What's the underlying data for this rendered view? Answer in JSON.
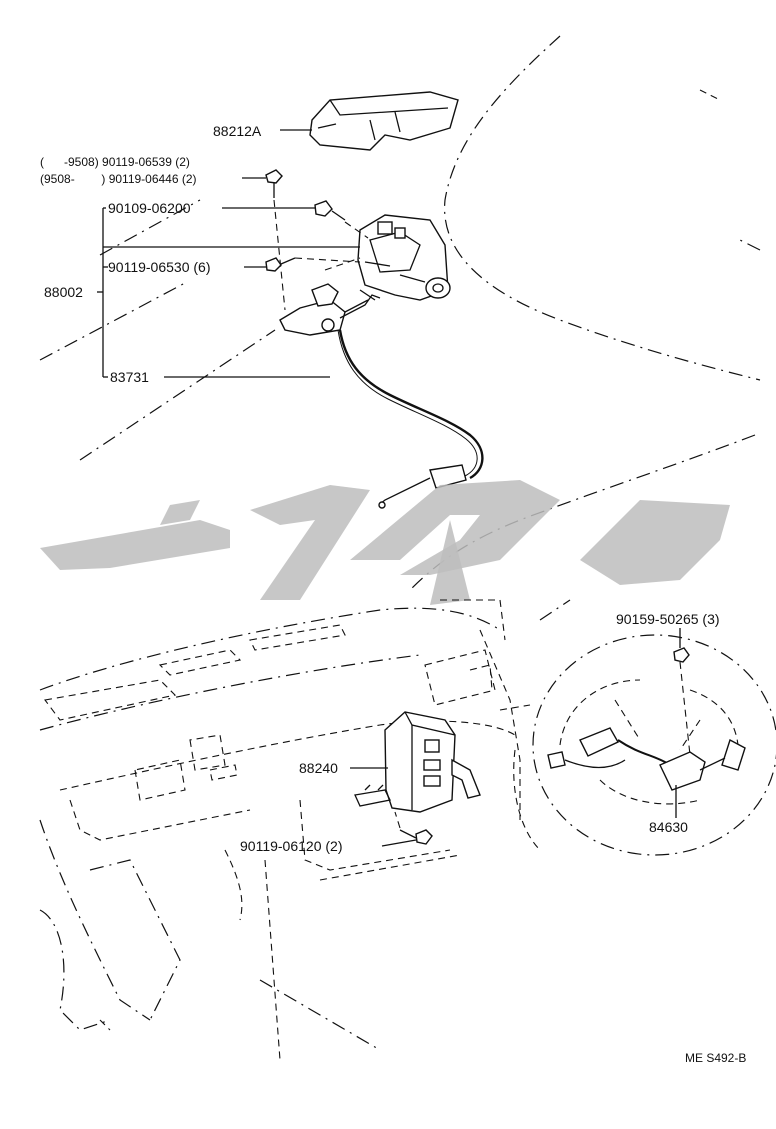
{
  "diagram": {
    "footer_code": "ME S492-B",
    "labels": {
      "cover": "88212A",
      "bolt_range_1": "(      -9508) 90119-06539 (2)",
      "bolt_range_2": "(9508-        ) 90119-06446 (2)",
      "bolt_a": "90109-06200",
      "assembly": "88002",
      "bolt_b": "90119-06530 (6)",
      "cable": "83731",
      "screw_wheel": "90159-50265 (3)",
      "computer": "88240",
      "bolt_c": "90119-06120 (2)",
      "switch": "84630"
    }
  },
  "colors": {
    "line": "#111111",
    "watermark": "#bdbdbd",
    "background": "#ffffff"
  },
  "icons": [
    "actuator-assembly-icon",
    "cover-icon",
    "control-cable-icon",
    "computer-module-icon",
    "steering-wheel-icon",
    "bolt-icon",
    "watermark-logo"
  ]
}
